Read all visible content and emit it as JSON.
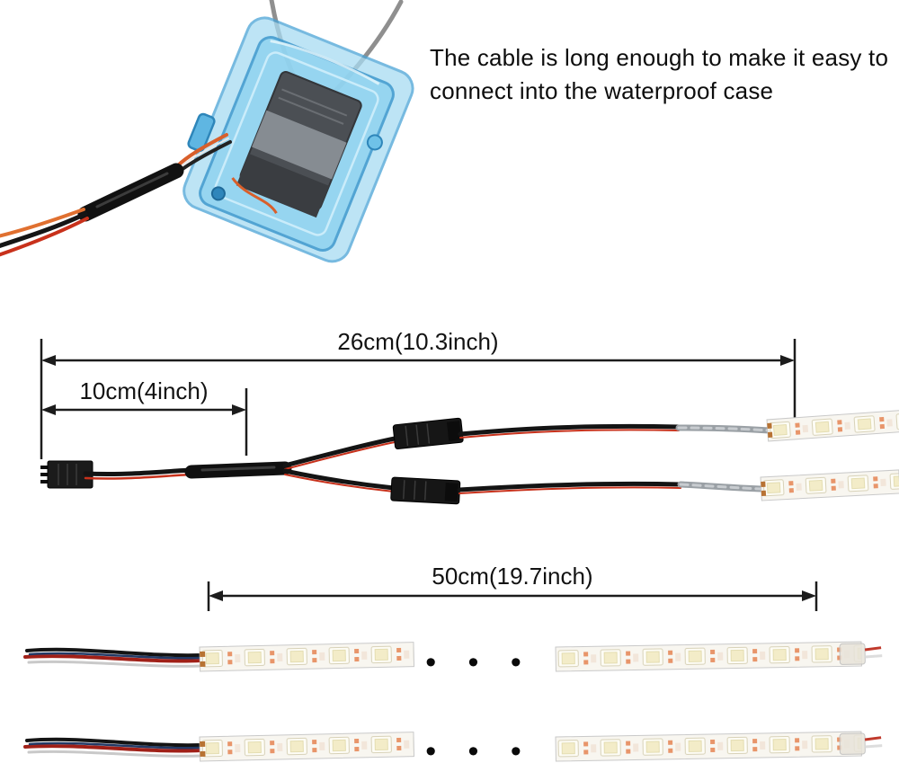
{
  "caption": {
    "lines": [
      "The cable is long enough to make it easy to",
      "connect into the waterproof case"
    ]
  },
  "measurements": {
    "cable_total": "26cm(10.3inch)",
    "cable_lead": "10cm(4inch)",
    "strip_length": "50cm(19.7inch)"
  },
  "ellipsis": "• • •",
  "colors": {
    "case_blue": "#8ed2ef",
    "case_blue_light": "#a8dcf2",
    "case_blue_dark": "#3b96cc",
    "cable_black": "#141414",
    "wire_red": "#c8311b",
    "wire_orange": "#e07030",
    "pad_orange": "#e8956a",
    "strip_white": "#f8f6f0",
    "twisted_grey": "#9aa0a5"
  }
}
